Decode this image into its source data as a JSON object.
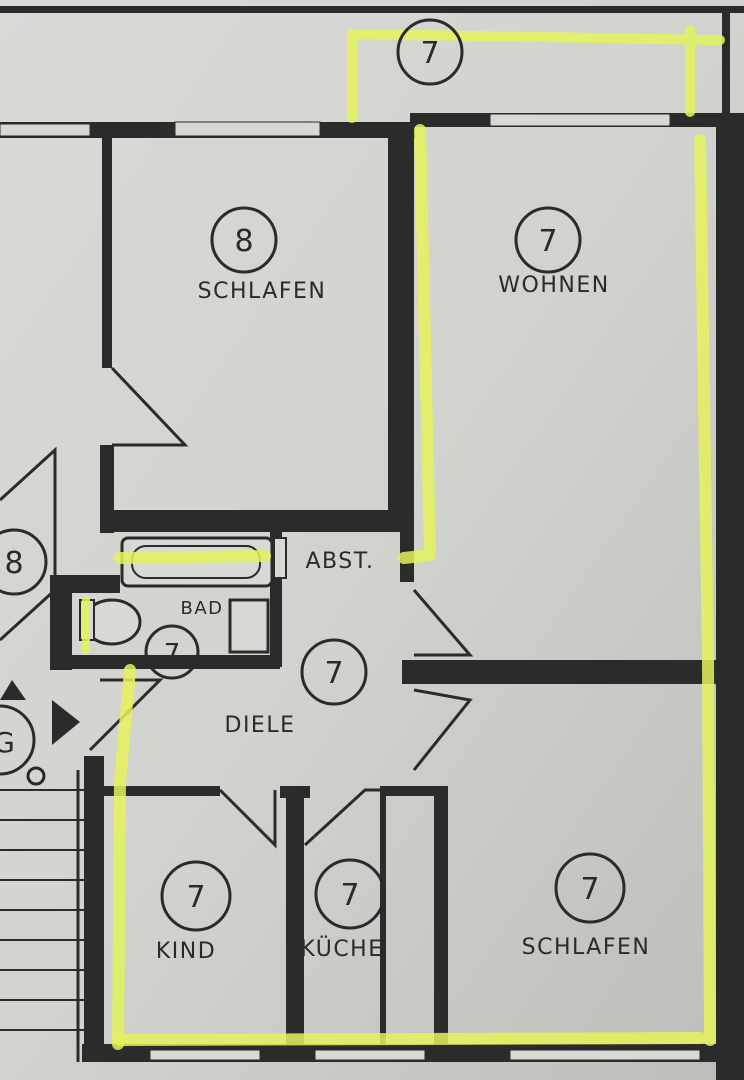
{
  "rooms": {
    "balcony": {
      "number": "7"
    },
    "bedroom_top": {
      "number": "8",
      "label": "SCHLAFEN"
    },
    "living": {
      "number": "7",
      "label": "WOHNEN"
    },
    "storage": {
      "label": "ABST."
    },
    "bath": {
      "number": "7",
      "label": "BAD"
    },
    "hall": {
      "number": "7",
      "label": "DIELE"
    },
    "kids": {
      "number": "7",
      "label": "KIND"
    },
    "kitchen": {
      "number": "7",
      "label": "KÜCHE"
    },
    "bedroom_bottom": {
      "number": "7",
      "label": "SCHLAFEN"
    },
    "neighbor": {
      "number": "8"
    },
    "stair_marker": {
      "label": "G"
    }
  },
  "colors": {
    "paper": "#cfcfcb",
    "walls": "#2b2b2b",
    "highlighter": "#e4f25a"
  }
}
